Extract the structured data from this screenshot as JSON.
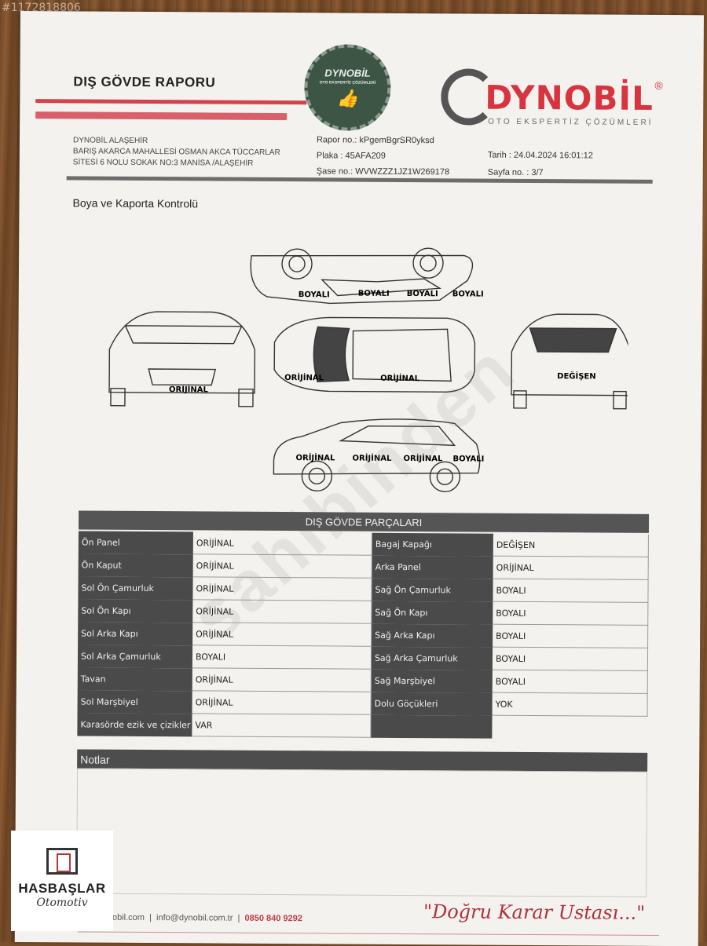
{
  "overlay_id": "#1172818806",
  "header": {
    "title": "DIŞ GÖVDE RAPORU",
    "seal_brand": "DYNOBİL",
    "seal_sub": "OTO EKSPERTİZ ÇÖZÜMLERİ",
    "brand_name": "DYNOBİL",
    "brand_reg": "®",
    "brand_sub": "OTO EKSPERTİZ ÇÖZÜMLERİ"
  },
  "address": {
    "line1": "DYNOBİL ALAŞEHİR",
    "line2": "BARIŞ AKARCA MAHALLESİ OSMAN AKCA TÜCCARLAR",
    "line3": "SİTESİ 6 NOLU SOKAK NO:3 MANİSA /ALAŞEHİR"
  },
  "meta": {
    "rapor_no": "Rapor no.: kPgemBgrSR0yksd",
    "plaka": "Plaka : 45AFA209",
    "sase_no": "Şase no.: WVWZZZ1JZ1W269178",
    "tarih": "Tarih : 24.04.2024 16:01:12",
    "sayfa": "Sayfa no. : 3/7"
  },
  "section_title": "Boya ve Kaporta Kontrolü",
  "diagram_labels": {
    "side_top": [
      "BOYALI",
      "BOYALI",
      "BOYALI",
      "BOYALI"
    ],
    "front": "ORİJİNAL",
    "top_front": "ORİJİNAL",
    "top_roof": "ORİJİNAL",
    "rear": "DEĞİŞEN",
    "side_bottom": [
      "ORİJİNAL",
      "ORİJİNAL",
      "ORİJİNAL",
      "BOYALI"
    ]
  },
  "table": {
    "header": "DIŞ GÖVDE PARÇALARI",
    "left": [
      {
        "part": "Ön Panel",
        "status": "ORİJİNAL"
      },
      {
        "part": "Ön Kaput",
        "status": "ORİJİNAL"
      },
      {
        "part": "Sol Ön Çamurluk",
        "status": "ORİJİNAL"
      },
      {
        "part": "Sol Ön Kapı",
        "status": "ORİJİNAL"
      },
      {
        "part": "Sol Arka Kapı",
        "status": "ORİJİNAL"
      },
      {
        "part": "Sol Arka Çamurluk",
        "status": "BOYALI"
      },
      {
        "part": "Tavan",
        "status": "ORİJİNAL"
      },
      {
        "part": "Sol Marşbiyel",
        "status": "ORİJİNAL"
      },
      {
        "part": "Karasörde ezik ve çizikler",
        "status": "VAR"
      }
    ],
    "right": [
      {
        "part": "Bagaj Kapağı",
        "status": "DEĞİŞEN"
      },
      {
        "part": "Arka Panel",
        "status": "ORİJİNAL"
      },
      {
        "part": "Sağ Ön Çamurluk",
        "status": "BOYALI"
      },
      {
        "part": "Sağ Ön Kapı",
        "status": "BOYALI"
      },
      {
        "part": "Sağ Arka Kapı",
        "status": "BOYALI"
      },
      {
        "part": "Sağ Arka Çamurluk",
        "status": "BOYALI"
      },
      {
        "part": "Sağ Marşbiyel",
        "status": "BOYALI"
      },
      {
        "part": "Dolu Göçükleri",
        "status": "YOK"
      }
    ]
  },
  "notes_header": "Notlar",
  "footer": {
    "site": "www.dynobil.com",
    "email": "info@dynobil.com.tr",
    "phone": "0850 840 9292",
    "slogan": "\"Doğru Karar Ustası...\""
  },
  "watermark": "sahibinden",
  "dealer": {
    "name": "HASBAŞLAR",
    "sub": "Otomotiv"
  }
}
